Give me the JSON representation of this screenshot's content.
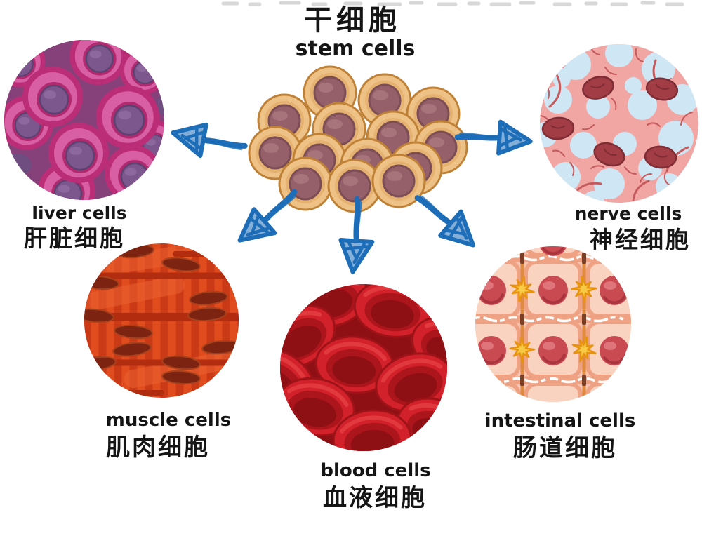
{
  "stem": {
    "zh": "干细胞",
    "en": "stem cells"
  },
  "cells": [
    {
      "id": "liver",
      "en": "liver cells",
      "zh": "肝脏细胞"
    },
    {
      "id": "nerve",
      "en": "nerve cells",
      "zh": "神经细胞"
    },
    {
      "id": "muscle",
      "en": "muscle cells",
      "zh": "肌肉细胞"
    },
    {
      "id": "blood",
      "en": "blood cells",
      "zh": "血液细胞"
    },
    {
      "id": "intestinal",
      "en": "intestinal cells",
      "zh": "肠道细胞"
    }
  ],
  "colors": {
    "arrow_blue": "#1d6db8",
    "stem_body": "#eec287",
    "stem_border": "#bf8136",
    "stem_nucleus": "#956069",
    "liver_bg": "#86407a",
    "liver_pink": "#d95fa5",
    "liver_magenta": "#bb2d76",
    "liver_purple_nucleus": "#7c578d",
    "nerve_bg_blue": "#cfe7f5",
    "nerve_tissue_pink": "#f2a6a4",
    "nerve_outline": "#c45a5c",
    "nerve_nucleus": "#a23d45",
    "muscle_base": "#e14c1e",
    "muscle_stripe": "#cb3a16",
    "muscle_band": "#b22c10",
    "muscle_nucleus": "#7c2411",
    "blood_bg": "#8f1014",
    "blood_cell": "#d2212a",
    "blood_inner": "#ab151b",
    "intestine_bg": "#f6c4b0",
    "intestine_cell": "#f9d2c0",
    "intestine_border": "#efa183",
    "intestine_nucleus": "#ca4a52",
    "intestine_star": "#f8c944",
    "intestine_line": "#df8a3e"
  }
}
